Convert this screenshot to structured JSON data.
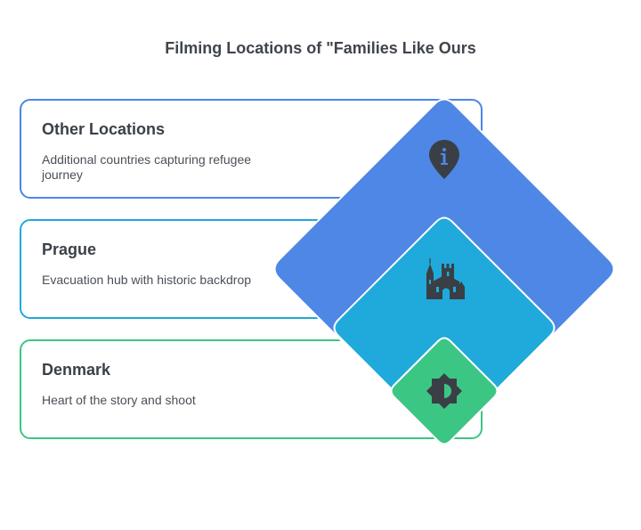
{
  "title": "Filming Locations of \"Families Like Ours",
  "levels": [
    {
      "title": "Other Locations",
      "description": "Additional countries capturing refugee journey",
      "color": "#4e87e6",
      "icon": "info-pin-icon"
    },
    {
      "title": "Prague",
      "description": "Evacuation hub with historic backdrop",
      "color": "#1faadb",
      "icon": "castle-icon"
    },
    {
      "title": "Denmark",
      "description": "Heart of the story and shoot",
      "color": "#3cc684",
      "icon": "contrast-icon"
    }
  ],
  "icon_color": "#3a3f46"
}
